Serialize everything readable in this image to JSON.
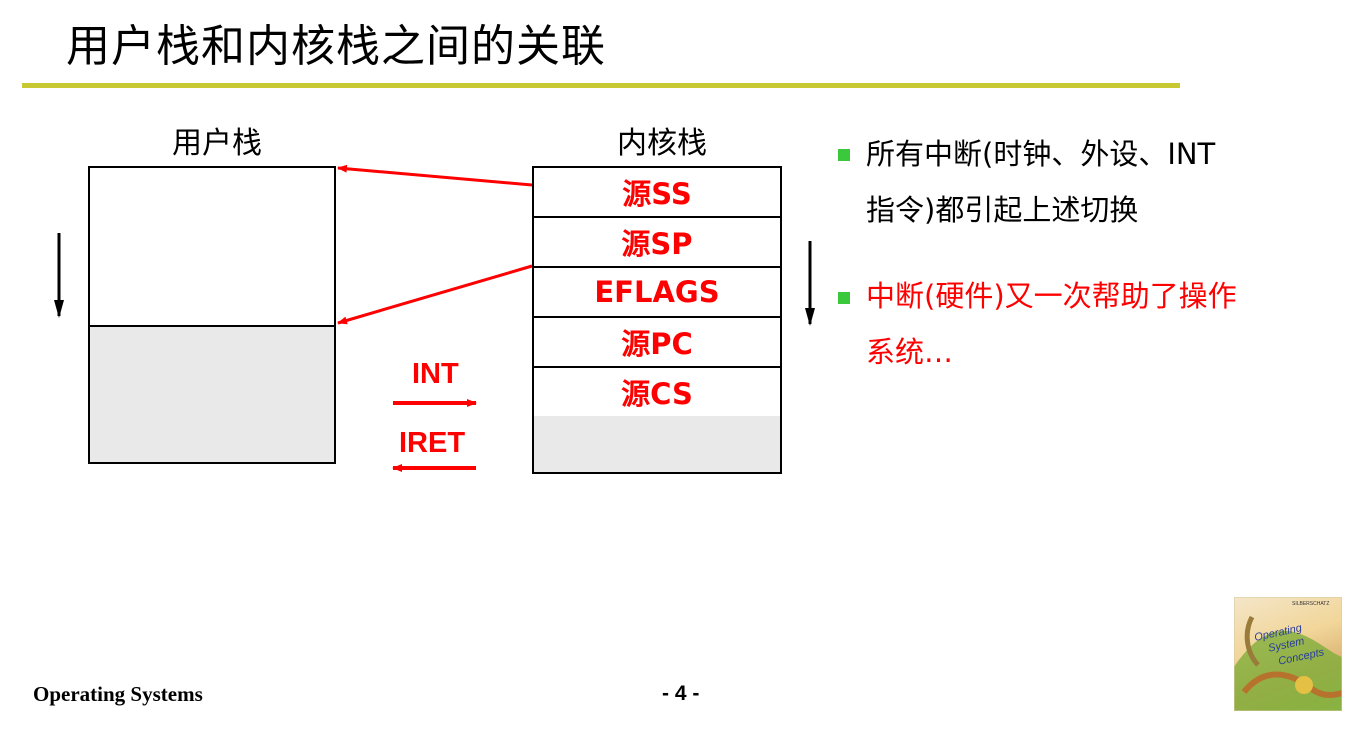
{
  "slide": {
    "title": "用户栈和内核栈之间的关联",
    "user_stack_label": "用户栈",
    "kernel_stack_label": "内核栈",
    "kernel_cells": [
      "源SS",
      "源SP",
      "EFLAGS",
      "源PC",
      "源CS"
    ],
    "int_label": "INT",
    "iret_label": "IRET",
    "bullets": [
      {
        "lines": [
          "所有中断(时钟、外设、INT",
          "指令)都引起上述切换"
        ],
        "color": "#000000"
      },
      {
        "lines": [
          "中断(硬件)又一次帮助了操作",
          "系统…"
        ],
        "color": "#ff0000"
      }
    ]
  },
  "footer": {
    "left": "Operating Systems",
    "page": "- 4 -"
  },
  "logo": {
    "lines": [
      "Operating",
      "System",
      "Concepts"
    ],
    "authors": "SILBERSCHATZ"
  },
  "colors": {
    "accent_rule": "#c8c832",
    "red": "#ff0000",
    "bullet_green": "#3cc83c",
    "stack_fill": "#e9e9e9"
  }
}
